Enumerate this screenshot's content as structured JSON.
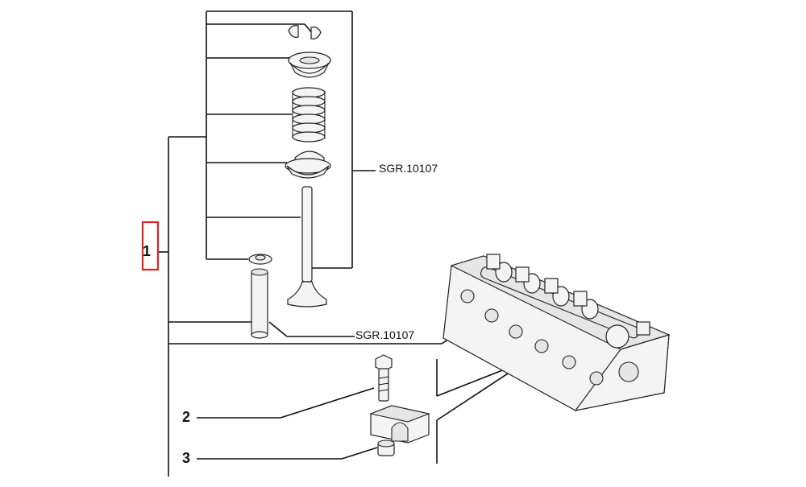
{
  "callouts": [
    {
      "id": "1",
      "label": "1"
    },
    {
      "id": "2",
      "label": "2"
    },
    {
      "id": "3",
      "label": "3"
    }
  ],
  "references": [
    {
      "id": "valve-train",
      "code": "SGR.10107"
    },
    {
      "id": "valve-guide",
      "code": "SGR.10107"
    }
  ],
  "colors": {
    "line": "#111111",
    "highlight": "#dd2222",
    "part_fill": "#f4f4f4"
  }
}
